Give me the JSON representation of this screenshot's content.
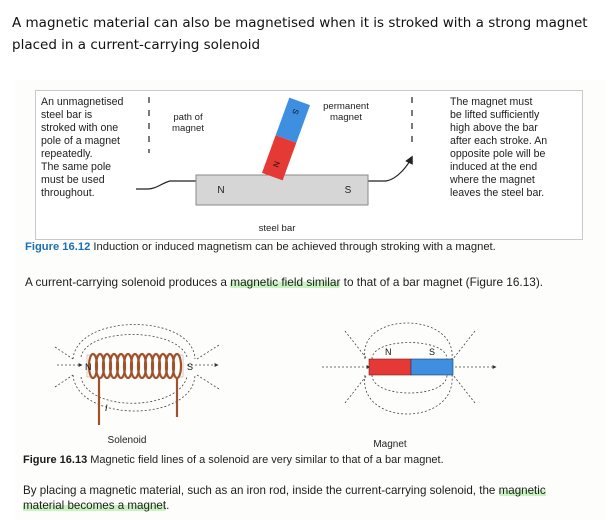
{
  "intro_text": "A magnetic material can also be magnetised when it is stroked with a strong magnet placed in a current-carrying solenoid",
  "figure_16_12": {
    "left_note": "An unmagnetised\nsteel bar is\nstroked with one\npole of a magnet\nrepeatedly.\nThe same pole\nmust be used\nthroughout.",
    "path_label": "path of\nmagnet",
    "permanent_magnet_label": "permanent\nmagnet",
    "right_note": "The magnet must\nbe lifted sufficiently\nhigh above the bar\nafter each stroke. An\nopposite pole will be\ninduced at the end\nwhere the magnet\nleaves the steel bar.",
    "bar_pole_left": "N",
    "bar_pole_right": "S",
    "magnet_pole_top": "S",
    "magnet_pole_bottom": "N",
    "steel_bar_label": "steel bar",
    "caption_number": "Figure 16.12",
    "caption_text": " Induction or induced magnetism can be achieved through stroking with a magnet."
  },
  "paragraph_1": {
    "before": "A current-carrying solenoid produces a ",
    "highlight": "magnetic field similar",
    "after": " to that of a bar magnet (Figure 16.13)."
  },
  "figure_16_13": {
    "solenoid_pole_left": "N",
    "solenoid_pole_right": "S",
    "solenoid_current_label": "I",
    "magnet_pole_left": "N",
    "magnet_pole_right": "S",
    "solenoid_label": "Solenoid",
    "magnet_label": "Magnet",
    "caption_number": "Figure 16.13",
    "caption_text": " Magnetic field lines of a solenoid are very similar to that of a bar magnet."
  },
  "paragraph_2": {
    "before": "By placing a magnetic material, such as an iron rod, inside the current-carrying solenoid, the ",
    "highlight": "magnetic material becomes a magnet",
    "after": "."
  },
  "colors": {
    "caption_blue": "#1b6fb3",
    "magnet_red": "#e53935",
    "magnet_blue": "#3f8fe0",
    "highlight_green": "#c8f2c0",
    "coil_copper": "#a0522d"
  }
}
